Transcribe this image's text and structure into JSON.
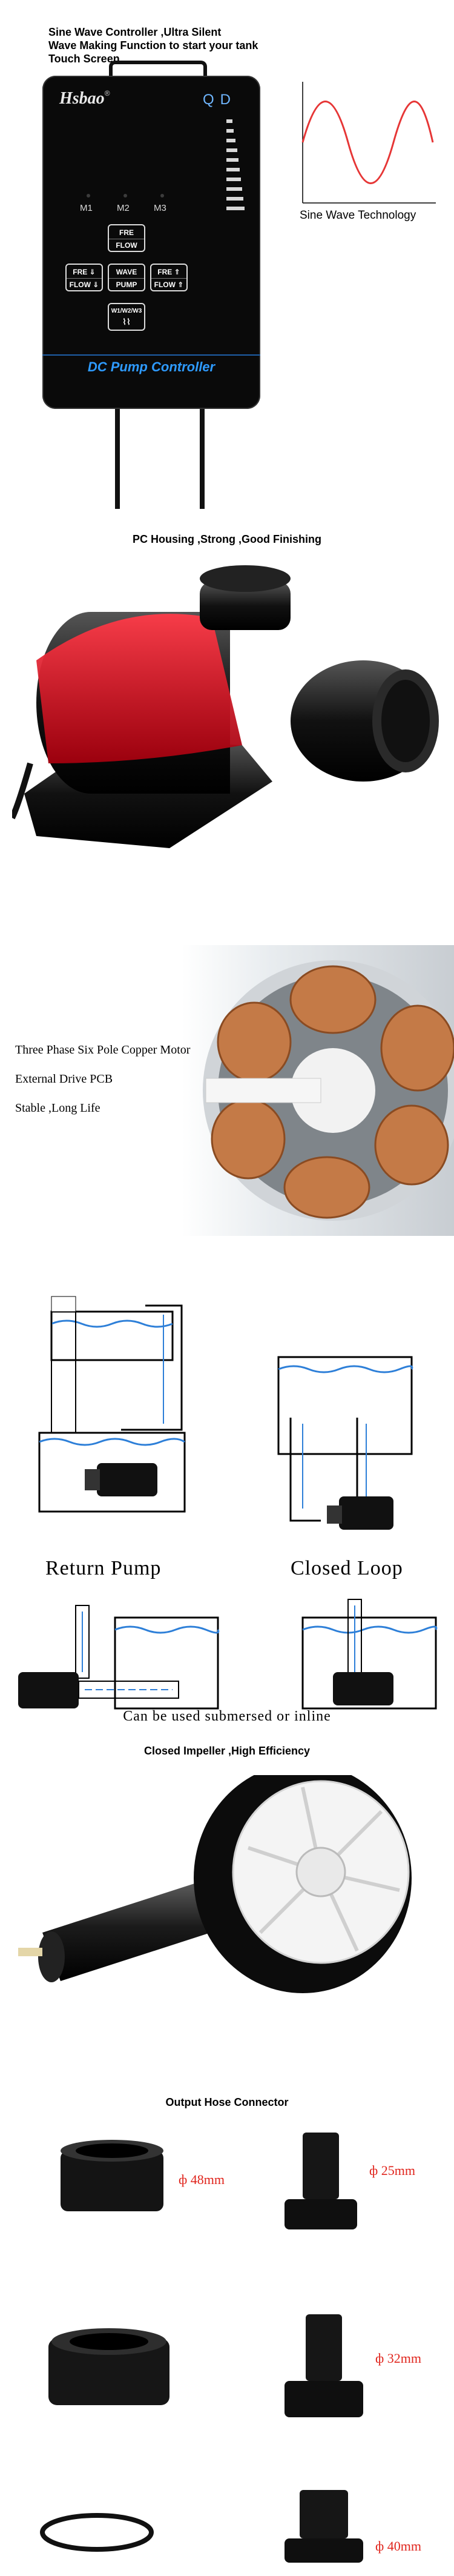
{
  "section1": {
    "headline": [
      "Sine Wave Controller ,Ultra Silent",
      "Wave Making Function to start your tank",
      "Touch Screen"
    ],
    "controller": {
      "brand": "Hsbao",
      "registered": "®",
      "model": "QD",
      "modes": [
        "M1",
        "M2",
        "M3"
      ],
      "buttons": {
        "fre_flow": [
          "FRE",
          "FLOW"
        ],
        "fre_down": [
          "FRE ⇓",
          "FLOW ⇓"
        ],
        "wave_pump": [
          "WAVE",
          "PUMP"
        ],
        "fre_up": [
          "FRE ⇑",
          "FLOW ⇑"
        ],
        "wmod": "W1/W2/W3"
      },
      "footer": "DC Pump Controller"
    },
    "sine_label": "Sine Wave Technology"
  },
  "section2": {
    "caption": "PC Housing ,Strong ,Good Finishing"
  },
  "section3": {
    "features": [
      "Three Phase Six Pole Copper Motor",
      "External Drive PCB",
      "Stable ,Long Life"
    ]
  },
  "section4": {
    "labels": [
      "Return Pump",
      "Closed Loop"
    ],
    "inline_caption": "Can be used submersed or inline"
  },
  "section5": {
    "caption": "Closed Impeller ,High Efficiency"
  },
  "section6": {
    "caption": "Output Hose Connector",
    "dims": [
      "ф 48mm",
      "ф 25mm",
      "ф 32mm",
      "ф 40mm"
    ]
  }
}
